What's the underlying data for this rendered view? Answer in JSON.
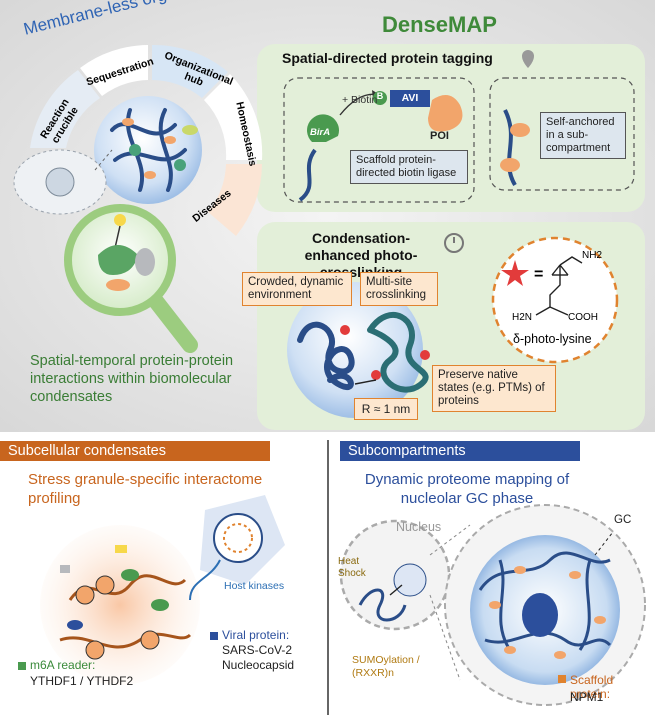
{
  "top_left": {
    "arc_title": "Membrane-less organelles",
    "segments": {
      "reaction": "Reaction crucible",
      "sequestration": "Sequestration",
      "organizational": "Organizational hub",
      "homeostasis": "Homeostasis",
      "diseases": "Diseases"
    },
    "caption": "Spatial-temporal protein-protein interactions within biomolecular condensates"
  },
  "densemap": {
    "title": "DenseMAP",
    "tagging": {
      "title": "Spatial-directed protein tagging",
      "biotin_label": "+ Biotin",
      "b_badge": "B",
      "avi": "AVI",
      "poi": "POI",
      "bira": "BirA",
      "ligase_box": "Scaffold protein-directed biotin ligase",
      "anchored_box": "Self-anchored in a sub-compartment"
    },
    "crosslinking": {
      "title": "Condensation-enhanced photo-crosslinking",
      "crowded_box": "Crowded, dynamic environment",
      "multisite_box": "Multi-site crosslinking",
      "preserve_box": "Preserve native states (e.g. PTMs) of proteins",
      "radius": "R ≈ 1 nm",
      "equals": "=",
      "nh2_top": "NH2",
      "h2n": "H2N",
      "cooh": "COOH",
      "compound_name": "δ-photo-lysine"
    }
  },
  "bottom_left": {
    "banner": "Subcellular condensates",
    "title": "Stress granule-specific interactome profiling",
    "host_kinases": "Host kinases",
    "viral_label": "Viral protein:",
    "viral_value": "SARS-CoV-2 Nucleocapsid",
    "reader_label": "m6A reader:",
    "reader_value": "YTHDF1 / YTHDF2"
  },
  "bottom_right": {
    "banner": "Subcompartments",
    "title": "Dynamic proteome mapping of nucleolar GC phase",
    "nucleus": "Nucleus",
    "heat_shock": "Heat Shock",
    "gc": "GC",
    "sumo": "SUMOylation / (RXXR)n",
    "scaffold_label": "Scaffold protein:",
    "scaffold_value": "NPM1"
  },
  "colors": {
    "green_title": "#3f8a3a",
    "green_panel": "#e3efd9",
    "orange_banner": "#c8651e",
    "blue_banner": "#2c4f9c",
    "orange_accent": "#e0832f",
    "blue_accent": "#2f64b4"
  }
}
